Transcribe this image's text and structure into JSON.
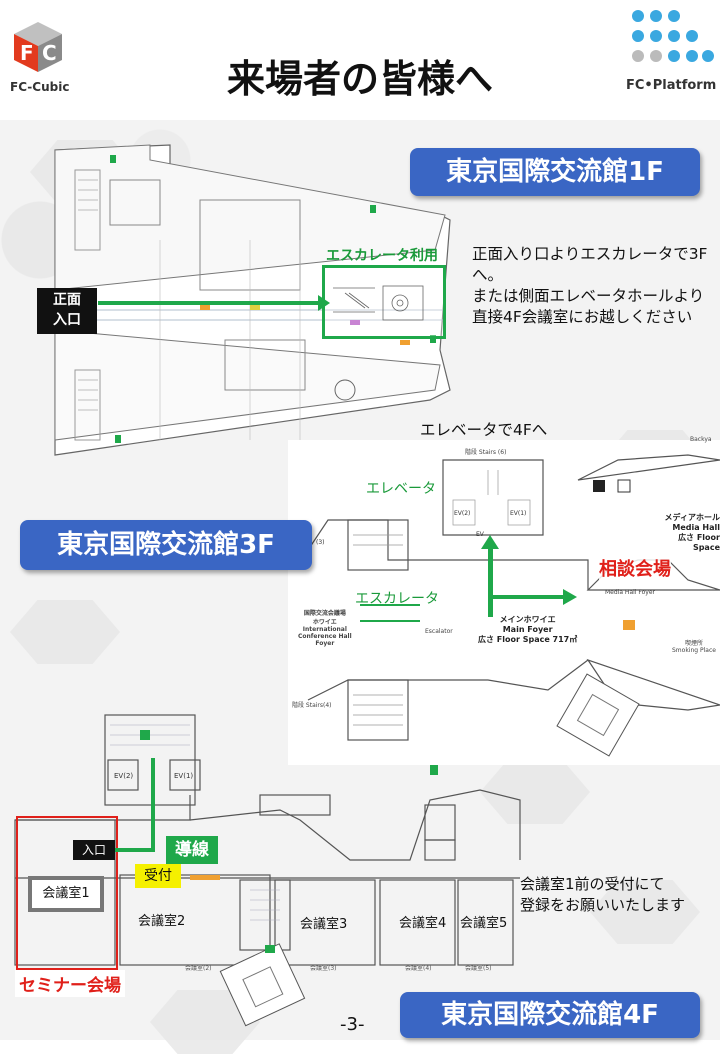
{
  "header": {
    "title": "来場者の皆様へ",
    "logo_left_text": "FC-Cubic",
    "logo_right_text": "FC•Platform"
  },
  "floor1": {
    "badge": "東京国際交流館1F",
    "escalator_label": "エスカレータ利用",
    "entrance_label": "正面\n入口",
    "note": "正面入り口よりエスカレータで3Fへ。\nまたは側面エレベータホールより直接4F会議室にお越しください",
    "elevator_note": "エレベータで4Fへ"
  },
  "floor3": {
    "badge": "東京国際交流館3F",
    "elevator_label": "エレベータ",
    "escalator_label": "エスカレータ",
    "consult_label": "相談会場",
    "main_foyer": "メインホワイエ\nMain Foyer\n広さ Floor Space 717㎡",
    "media_hall": "メディアホール\nMedia Hall\n広さ Floor Space",
    "smoking": "喫煙所\nSmoking Place",
    "stairs6": "階段 Stairs (6)",
    "stairs4": "階段 Stairs(4)",
    "intl_foyer": "国際交流会議場\nホワイエ\nInternational\nConference Hall\nFoyer",
    "escalator_en": "Escalator",
    "media_foyer": "Media Hall Foyer",
    "backyard": "Backya"
  },
  "floor4": {
    "badge": "東京国際交流館4F",
    "entrance": "入口",
    "guide_line": "導線",
    "reception": "受付",
    "rooms": [
      "会議室1",
      "会議室2",
      "会議室3",
      "会議室4",
      "会議室5"
    ],
    "seminar": "セミナー会場",
    "note": "会議室1前の受付にて\n登録をお願いいたします"
  },
  "footer": {
    "page": "-3-"
  },
  "colors": {
    "badge_blue": "#3a66c4",
    "route_green": "#1fa84a",
    "accent_red": "#e0201a"
  }
}
